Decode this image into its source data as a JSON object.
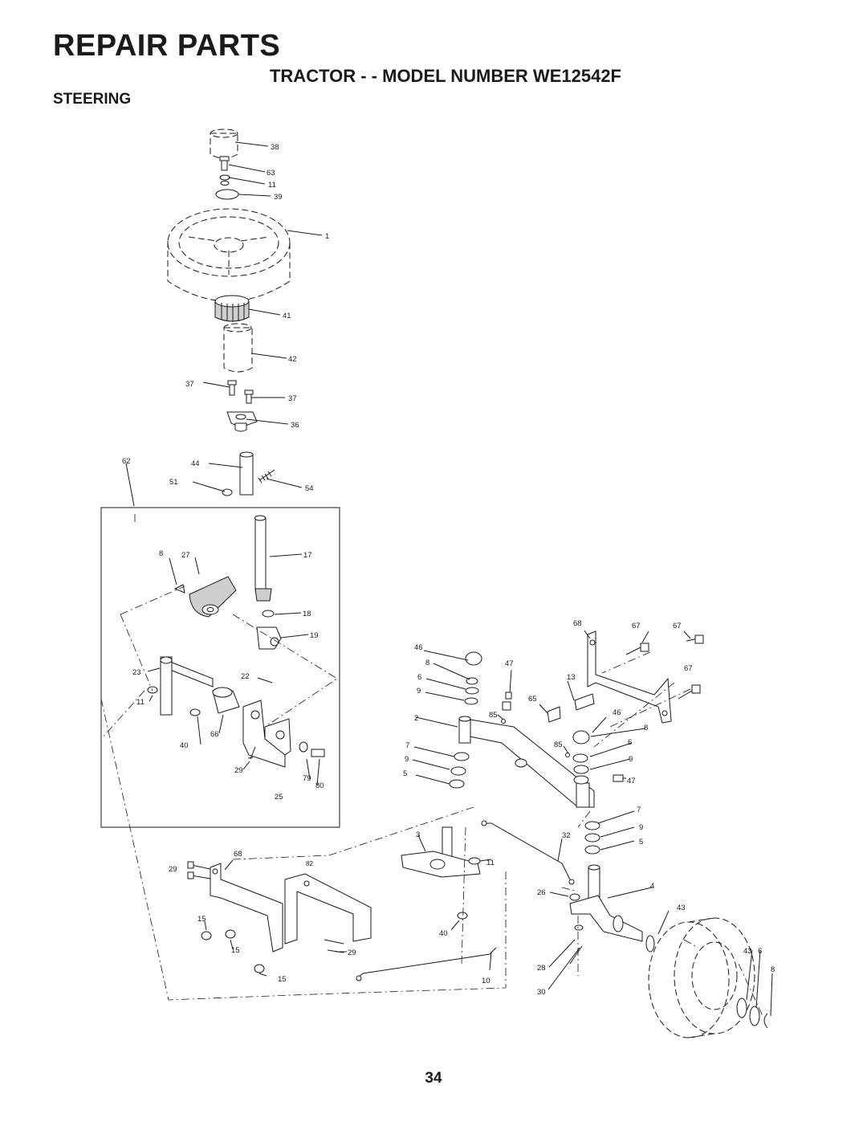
{
  "header": {
    "section": "REPAIR PARTS",
    "subtitle": "TRACTOR - - MODEL NUMBER WE12542F",
    "group": "STEERING"
  },
  "page_number": "34",
  "callouts": {
    "c38": "38",
    "c63": "63",
    "c11a": "11",
    "c39": "39",
    "c1": "1",
    "c41": "41",
    "c42": "42",
    "c37a": "37",
    "c37b": "37",
    "c36": "36",
    "c62": "62",
    "c44": "44",
    "c51": "51",
    "c54": "54",
    "c8a": "8",
    "c27": "27",
    "c17": "17",
    "c18": "18",
    "c19": "19",
    "c23": "23",
    "c22": "22",
    "c11b": "11",
    "c40a": "40",
    "c66": "66",
    "c29a": "29",
    "c79": "79",
    "c80": "80",
    "c25": "25",
    "c68a": "68",
    "c67a": "67",
    "c67b": "67",
    "c67c": "67",
    "c46a": "46",
    "c8b": "8",
    "c47a": "47",
    "c6a": "6",
    "c13": "13",
    "c9a": "9",
    "c65": "65",
    "c2": "2",
    "c85a": "85",
    "c46b": "46",
    "c8c": "8",
    "c7a": "7",
    "c85b": "85",
    "c6b": "6",
    "c9b": "9",
    "c9c": "9",
    "c5a": "5",
    "c47b": "47",
    "c7b": "7",
    "c3": "3",
    "c32": "32",
    "c9d": "9",
    "c5b": "5",
    "c68b": "68",
    "c82": "82",
    "c11c": "11",
    "c29b": "29",
    "c26": "26",
    "c4": "4",
    "c15a": "15",
    "c43a": "43",
    "c40b": "40",
    "c15b": "15",
    "c29c": "29",
    "c43b": "43",
    "c6c": "6",
    "c8d": "8",
    "c28": "28",
    "c15c": "15",
    "c10": "10",
    "c30": "30"
  }
}
